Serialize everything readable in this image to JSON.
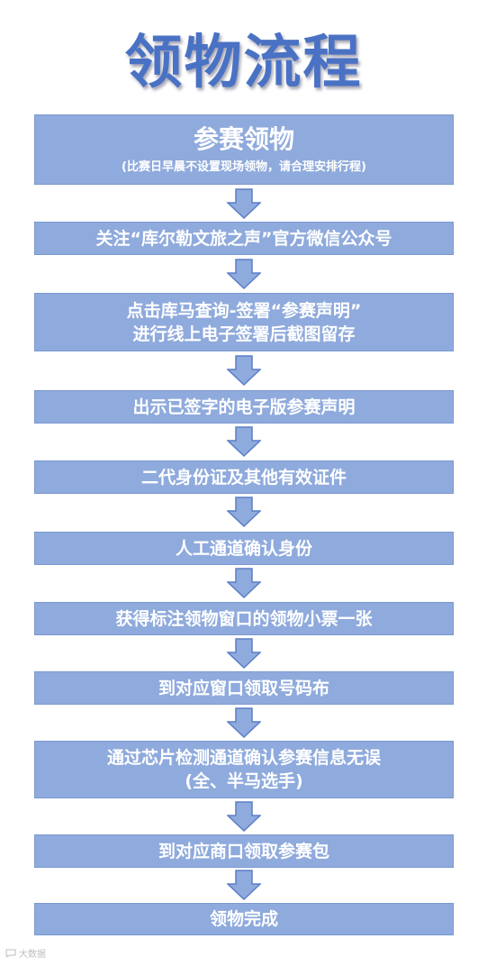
{
  "title": "领物流程",
  "steps": [
    {
      "line1": "参赛领物",
      "note": "(比赛日早晨不设置现场领物，请合理安排行程)"
    },
    {
      "line1": "关注“库尔勒文旅之声”官方微信公众号"
    },
    {
      "line1": "点击库马查询-签署“参赛声明”",
      "line2": "进行线上电子签署后截图留存"
    },
    {
      "line1": "出示已签字的电子版参赛声明"
    },
    {
      "line1": "二代身份证及其他有效证件"
    },
    {
      "line1": "人工通道确认身份"
    },
    {
      "line1": "获得标注领物窗口的领物小票一张"
    },
    {
      "line1": "到对应窗口领取号码布"
    },
    {
      "line1": "通过芯片检测通道确认参赛信息无误",
      "line2": "(全、半马选手)"
    },
    {
      "line1": "到对应商口领取参赛包"
    },
    {
      "line1": "领物完成"
    }
  ],
  "watermark": "大数据",
  "colors": {
    "title": "#4a72c4",
    "box_fill": "#8faadc",
    "box_text": "#ffffff",
    "arrow_fill": "#8faadc",
    "arrow_stroke": "#5b7fc7"
  }
}
